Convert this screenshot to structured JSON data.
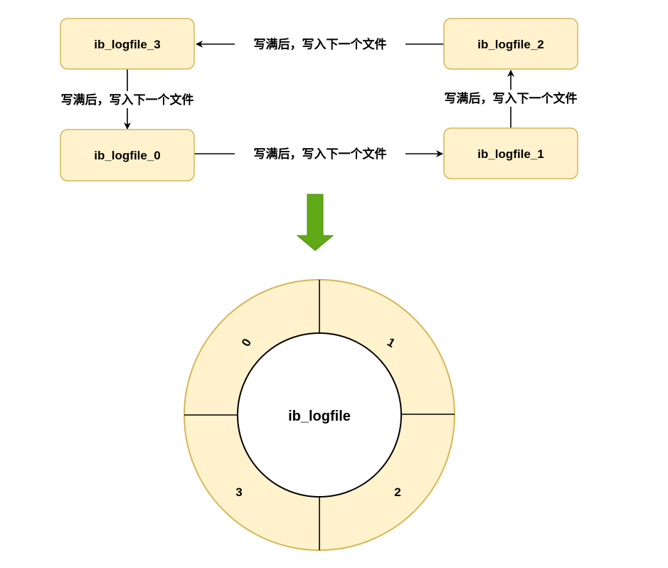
{
  "nodes": {
    "file3": "ib_logfile_3",
    "file2": "ib_logfile_2",
    "file0": "ib_logfile_0",
    "file1": "ib_logfile_1"
  },
  "edges": {
    "e2to3": "写满后，写入下一个文件",
    "e3to0": "写满后，写入下一个文件",
    "e0to1": "写满后，写入下一个文件",
    "e1to2": "写满后，写入下一个文件"
  },
  "ring": {
    "center_label": "ib_logfile",
    "segments": [
      "0",
      "1",
      "2",
      "3"
    ]
  },
  "colors": {
    "box_fill": "#fff2cc",
    "box_stroke": "#d6b656",
    "arrow_green": "#60a917"
  }
}
